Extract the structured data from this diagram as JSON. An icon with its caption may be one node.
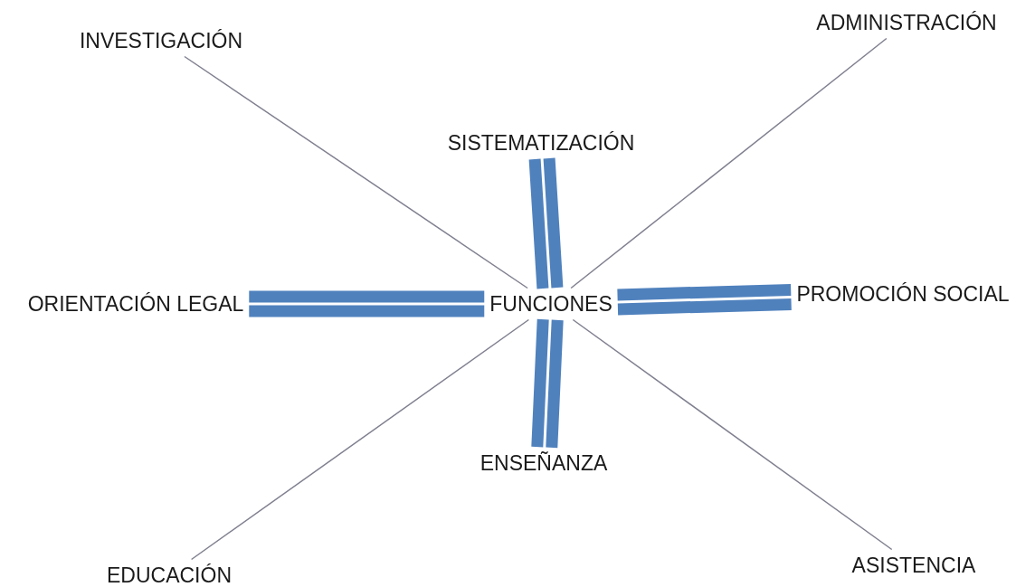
{
  "diagram": {
    "nodes": [
      {
        "text": [
          "INVESTIGACIÓN"
        ]
      },
      {
        "text": [
          "ADMINISTRACIÓN"
        ]
      },
      {
        "text": [
          "SISTEMATIZACIÓN"
        ]
      },
      {
        "text": [
          "ORIENTACIÓN LEGAL"
        ]
      },
      {
        "text": [
          "FUNCIONES"
        ]
      },
      {
        "text": [
          "PROMOCIÓN SOCIAL"
        ]
      },
      {
        "text": [
          "ENSEÑANZA"
        ]
      },
      {
        "text": [
          "EDUCACIÓN"
        ]
      },
      {
        "text": [
          "ASISTENCIA"
        ]
      }
    ],
    "edges": [
      {
        "from": 4,
        "to": 0,
        "arrow": "none"
      },
      {
        "from": 4,
        "to": 1,
        "arrow": "none"
      },
      {
        "from": 4,
        "to": 2,
        "arrow": "none",
        "style": "thick",
        "color": "#4f81bd"
      },
      {
        "from": 4,
        "to": 3,
        "arrow": "none",
        "style": "thick",
        "color": "#4f81bd"
      },
      {
        "from": 4,
        "to": 5,
        "arrow": "none",
        "style": "thick",
        "color": "#4f81bd"
      },
      {
        "from": 4,
        "to": 6,
        "arrow": "none",
        "style": "thick",
        "color": "#4f81bd"
      },
      {
        "from": 4,
        "to": 7,
        "arrow": "none"
      },
      {
        "from": 4,
        "to": 8,
        "arrow": "none"
      }
    ]
  }
}
